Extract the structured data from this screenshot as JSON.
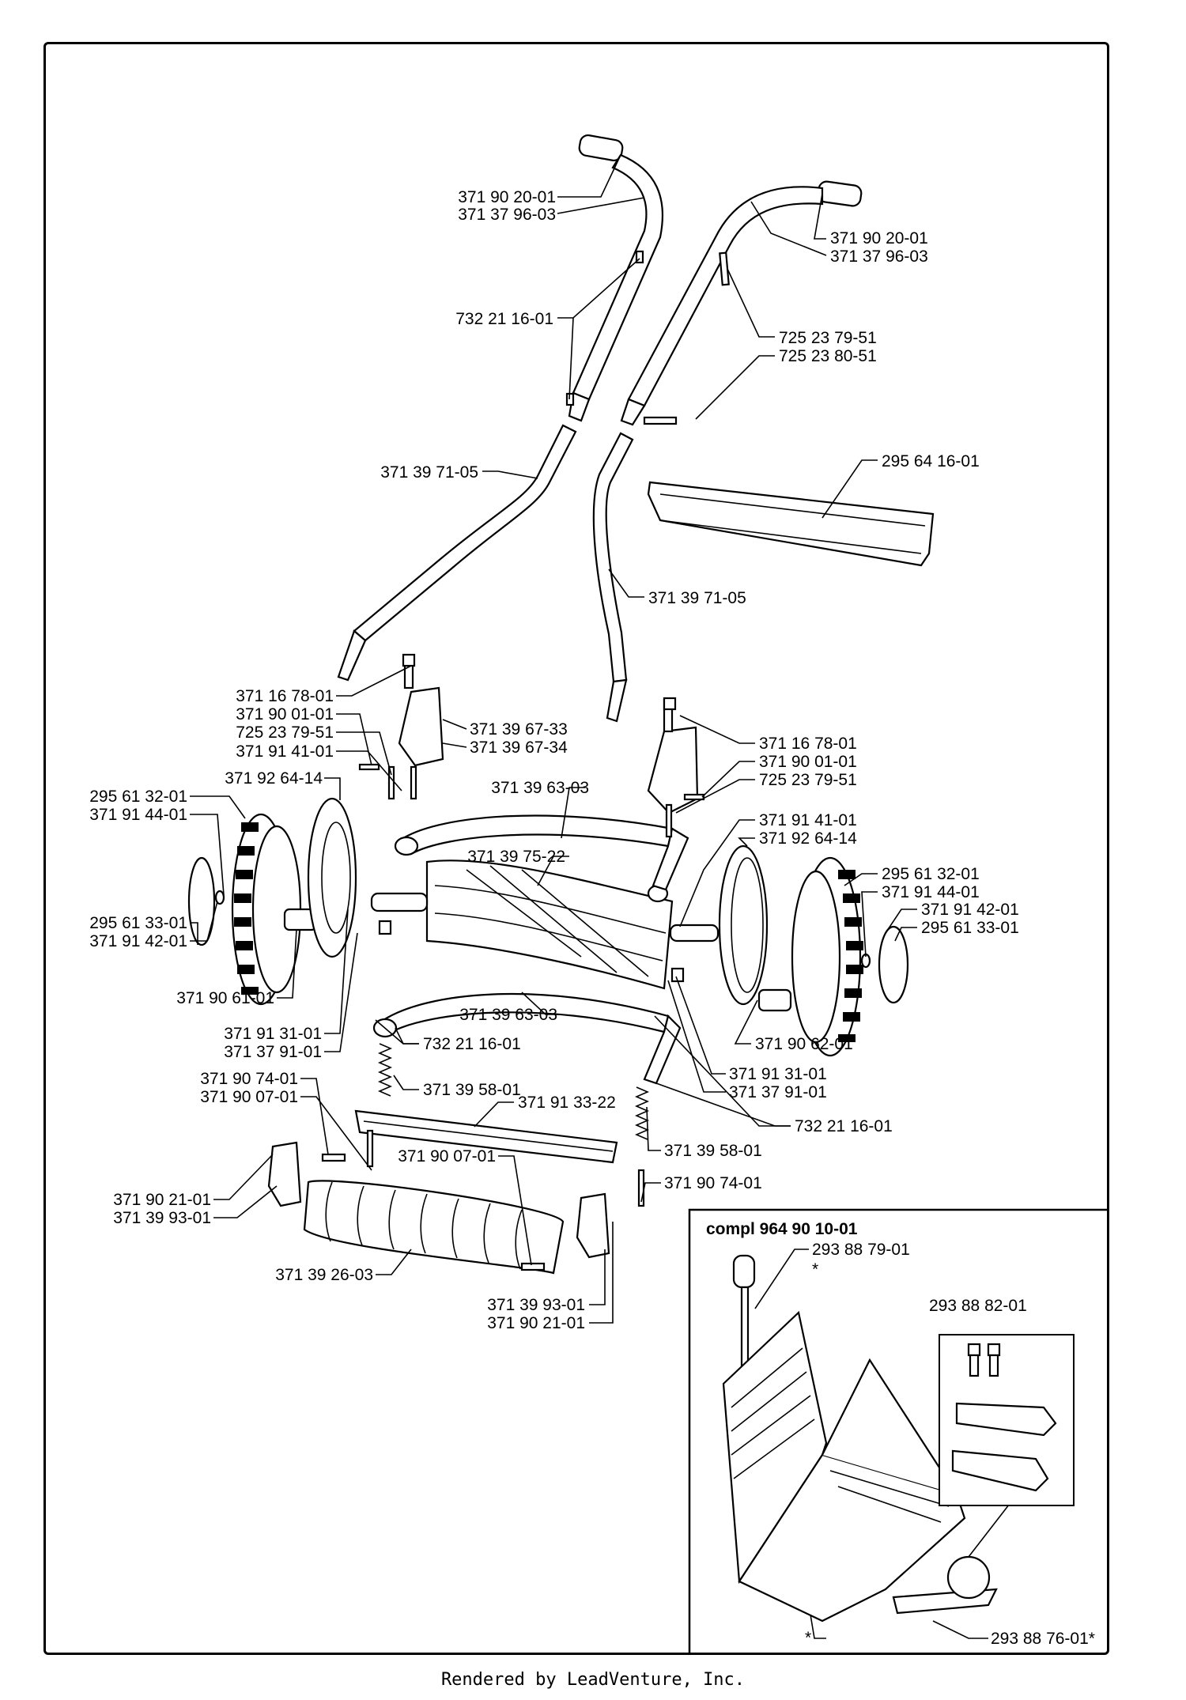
{
  "kit": {
    "title": "compl 964 90 10-01",
    "labels": [
      "293 88 79-01",
      "*",
      "293 88 82-01",
      "*",
      "293 88 76-01*"
    ]
  },
  "labels": [
    "371 90 20-01",
    "371 37 96-03",
    "371 90 20-01",
    "371 37 96-03",
    "732 21 16-01",
    "725 23 79-51",
    "725 23 80-51",
    "371 39 71-05",
    "295 64 16-01",
    "371 39 71-05",
    "371 16 78-01",
    "371 90 01-01",
    "725 23 79-51",
    "371 91 41-01",
    "371 39 67-33",
    "371 39 67-34",
    "371 16 78-01",
    "371 90 01-01",
    "725 23 79-51",
    "371 92 64-14",
    "295 61 32-01",
    "371 91 44-01",
    "371 39 63-03",
    "371 39 75-22",
    "371 91 41-01",
    "371 92 64-14",
    "295 61 32-01",
    "371 91 44-01",
    "371 91 42-01",
    "295 61 33-01",
    "295 61 33-01",
    "371 91 42-01",
    "371 90 61-01",
    "371 91 31-01",
    "371 37 91-01",
    "371 39 63-03",
    "732 21 16-01",
    "371 39 58-01",
    "371 90 62-01",
    "371 91 31-01",
    "371 37 91-01",
    "732 21 16-01",
    "371 90 74-01",
    "371 90 07-01",
    "371 91 33-22",
    "371 39 58-01",
    "371 90 07-01",
    "371 90 74-01",
    "371 90 21-01",
    "371 39 93-01",
    "371 39 26-03",
    "371 39 93-01",
    "371 90 21-01"
  ],
  "footer": "Rendered by LeadVenture, Inc."
}
